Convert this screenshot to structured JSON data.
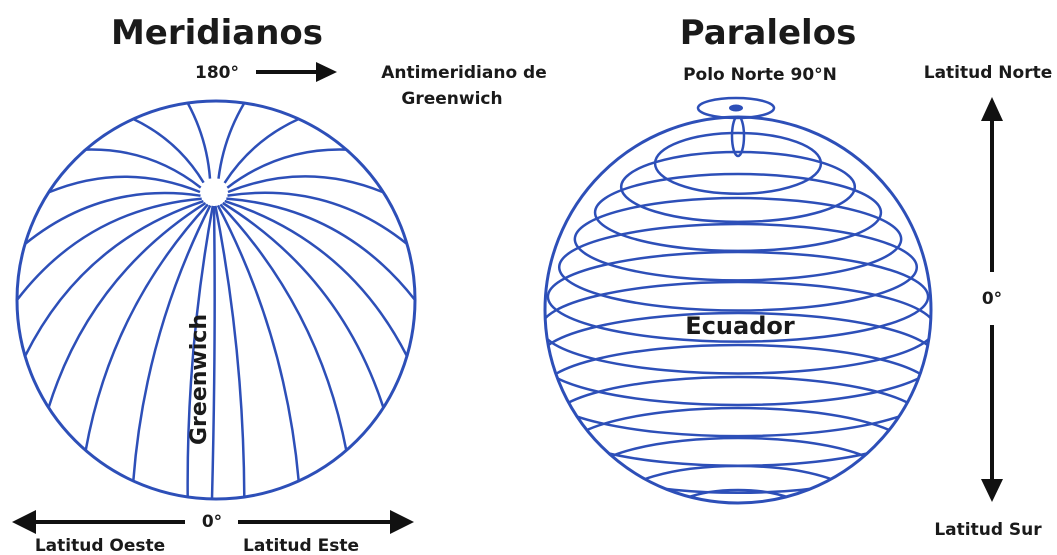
{
  "meridianos": {
    "title": "Meridianos",
    "top_degree": "180°",
    "antimeridian_line1": "Antimeridiano de",
    "antimeridian_line2": "Greenwich",
    "greenwich": "Greenwich",
    "bottom_degree": "0°",
    "west": "Latitud Oeste",
    "east": "Latitud Este"
  },
  "paralelos": {
    "title": "Paralelos",
    "north_pole": "Polo Norte 90°N",
    "equator": "Ecuador",
    "north": "Latitud Norte",
    "zero": "0°",
    "south": "Latitud Sur"
  },
  "colors": {
    "globe_line": "#2d4fb8",
    "text": "#1a1a1a",
    "arrow": "#111111"
  }
}
